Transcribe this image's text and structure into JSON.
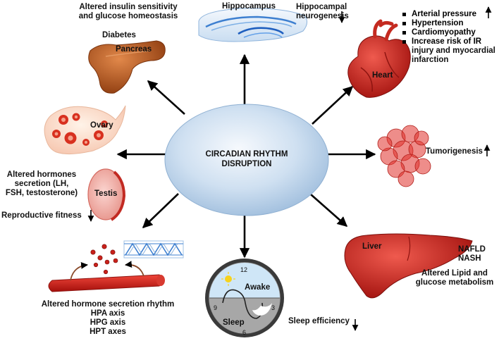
{
  "center": {
    "line1": "CIRCADIAN RHYTHM",
    "line2": "DISRUPTION"
  },
  "hippocampus": {
    "organ_label": "Hippocampus",
    "effect_line1": "Hippocampal",
    "effect_line2": "neurogenesis",
    "trend": "down"
  },
  "pancreas": {
    "effect_line1": "Altered insulin sensitivity",
    "effect_line2": "and glucose homeostasis",
    "disease": "Diabetes",
    "organ_label": "Pancreas"
  },
  "heart": {
    "organ_label": "Heart",
    "effects": [
      "Arterial pressure",
      "Hypertension",
      "Cardiomyopathy",
      "Increase risk of IR",
      "injury and myocardial",
      "infarction"
    ],
    "trend": "up"
  },
  "reproductive": {
    "ovary_label": "Ovary",
    "testis_label": "Testis",
    "hormones_lines": [
      "Altered hormones",
      "secretion (LH,",
      "FSH, testosterone)"
    ],
    "fitness_label": "Reproductive fitness",
    "fitness_trend": "down"
  },
  "tumor": {
    "label": "Tumorigenesis",
    "trend": "up"
  },
  "liver": {
    "organ_label": "Liver",
    "conditions": [
      "NAFLD",
      "NASH"
    ],
    "effect_line1": "Altered Lipid and",
    "effect_line2": "glucose metabolism"
  },
  "sleep": {
    "awake_label": "Awake",
    "sleep_label": "Sleep",
    "clock_12": "12",
    "clock_3": "3",
    "clock_6": "6",
    "clock_9": "9",
    "efficiency_label": "Sleep efficiency",
    "trend": "down"
  },
  "hormone_rhythm": {
    "lines": [
      "Altered hormone secretion rhythm",
      "HPA axis",
      "HPG axis",
      "HPT axes"
    ]
  },
  "colors": {
    "ellipse_fill": "#bcd3ea",
    "organ_red": "#c8211b",
    "pancreas": "#b8561c",
    "arrow": "#000000",
    "hippocampus": "#3d7fd0"
  }
}
